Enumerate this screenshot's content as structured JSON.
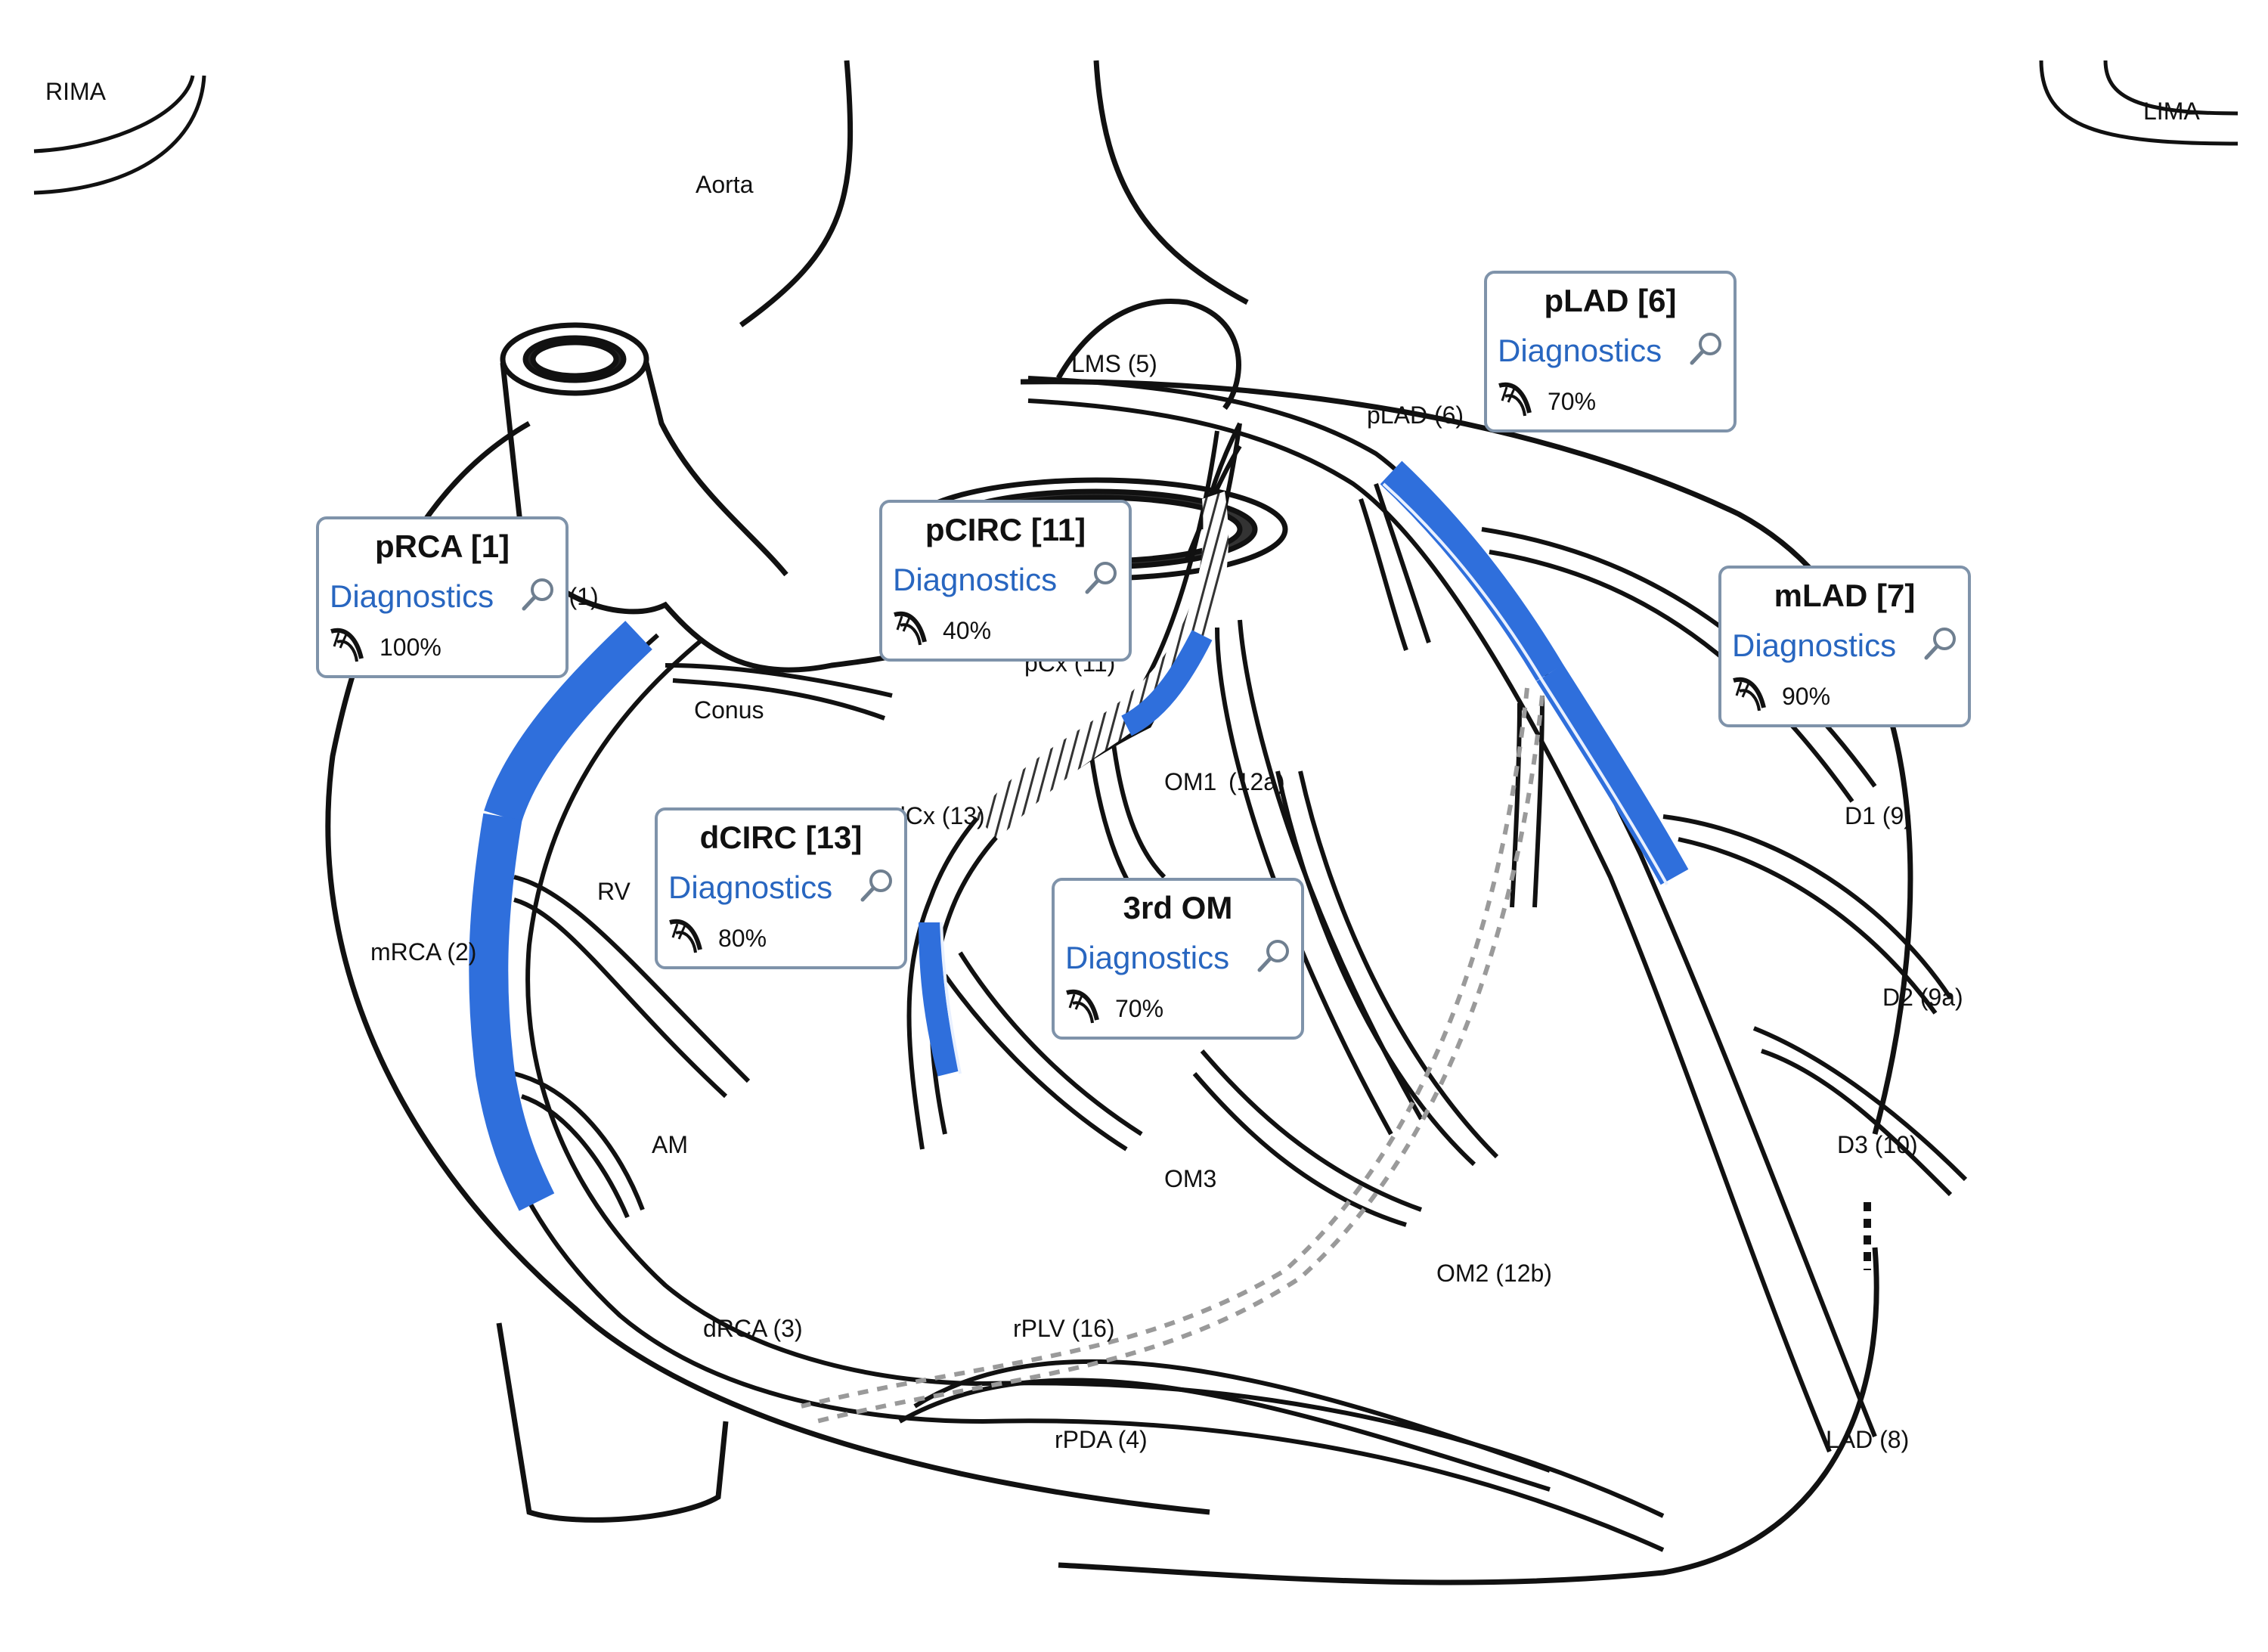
{
  "colors": {
    "vessel_outline": "#111111",
    "vessel_fill": "#ffffff",
    "lesion": "#2f6fdc",
    "card_border": "#7f93aa",
    "card_link": "#2866c0",
    "collateral": "#9a9a9a"
  },
  "grafts": {
    "rima": "RIMA",
    "lima": "LIMA"
  },
  "labels": {
    "aorta": "Aorta",
    "lms": "LMS (5)",
    "plad": "pLAD (6)",
    "conus": "Conus",
    "pcx": "pCx (11)",
    "om1": "OM1",
    "om1_suffix": "(12a)",
    "d1": "D1 (9)",
    "d2": "D2 (9a)",
    "d3": "D3 (10)",
    "rv": "RV",
    "mrca": "mRCA (2)",
    "am": "AM",
    "om3": "OM3",
    "om2": "OM2 (12b)",
    "drca": "dRCA (3)",
    "rplv": "rPLV (16)",
    "rpda": "rPDA (4)",
    "lad": "LAD (8)",
    "dcx": "dCx (13)",
    "prca_partial": "pRCA (1)"
  },
  "cards": [
    {
      "id": "prca",
      "title": "pRCA [1]",
      "link": "Diagnostics",
      "icon": "stent-icon",
      "search_icon": "search-icon",
      "stenosis": "100%"
    },
    {
      "id": "pcirc",
      "title": "pCIRC [11]",
      "link": "Diagnostics",
      "icon": "stent-icon",
      "search_icon": "search-icon",
      "stenosis": "40%"
    },
    {
      "id": "plad",
      "title": "pLAD [6]",
      "link": "Diagnostics",
      "icon": "stent-icon",
      "search_icon": "search-icon",
      "stenosis": "70%"
    },
    {
      "id": "mlad",
      "title": "mLAD [7]",
      "link": "Diagnostics",
      "icon": "stent-icon",
      "search_icon": "search-icon",
      "stenosis": "90%"
    },
    {
      "id": "dcirc",
      "title": "dCIRC [13]",
      "link": "Diagnostics",
      "icon": "stent-icon",
      "search_icon": "search-icon",
      "stenosis": "80%"
    },
    {
      "id": "om3",
      "title": "3rd OM",
      "link": "Diagnostics",
      "icon": "stent-icon",
      "search_icon": "search-icon",
      "stenosis": "70%"
    }
  ]
}
